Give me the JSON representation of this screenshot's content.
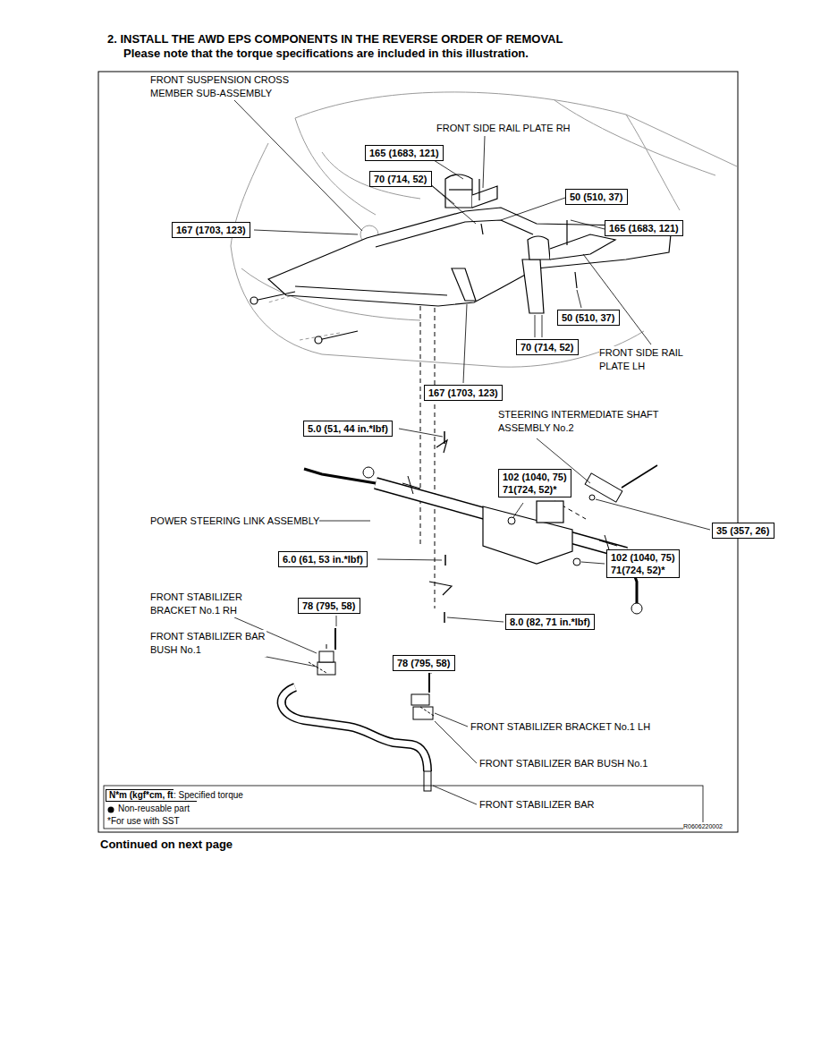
{
  "diagram": {
    "title": "2. INSTALL THE AWD EPS COMPONENTS IN THE REVERSE ORDER OF REMOVAL",
    "nodes": [
      {
        "text": [
          "165 (1683, 121)"
        ]
      },
      {
        "text": [
          "70 (714, 52)"
        ]
      },
      {
        "text": [
          "50 (510, 37)"
        ]
      },
      {
        "text": [
          "167 (1703, 123)"
        ]
      },
      {
        "text": [
          "165 (1683, 121)"
        ]
      },
      {
        "text": [
          "50 (510, 37)"
        ]
      },
      {
        "text": [
          "70 (714, 52)"
        ]
      },
      {
        "text": [
          "167 (1703, 123)"
        ]
      },
      {
        "text": [
          "5.0 (51, 44 in.*lbf)"
        ]
      },
      {
        "text": [
          "102 (1040, 75)",
          "71(724, 52)*"
        ]
      },
      {
        "text": [
          "35 (357, 26)"
        ]
      },
      {
        "text": [
          "102 (1040, 75)",
          "71(724, 52)*"
        ]
      },
      {
        "text": [
          "6.0 (61, 53 in.*lbf)"
        ]
      },
      {
        "text": [
          "8.0 (82, 71 in.*lbf)"
        ]
      },
      {
        "text": [
          "78 (795, 58)"
        ]
      },
      {
        "text": [
          "78 (795, 58)"
        ]
      },
      {
        "text": [
          "N*m (kgf*cm, ft.*lbf)"
        ]
      }
    ],
    "labels": [
      "Please note that the torque specifications are included in this illustration.",
      "FRONT SUSPENSION CROSS MEMBER SUB-ASSEMBLY",
      "FRONT SIDE RAIL PLATE RH",
      "FRONT SIDE RAIL PLATE LH",
      "STEERING INTERMEDIATE SHAFT ASSEMBLY No.2",
      "POWER STEERING LINK ASSEMBLY",
      "FRONT STABILIZER BRACKET No.1 RH",
      "FRONT STABILIZER BAR BUSH No.1",
      "FRONT STABILIZER BRACKET No.1 LH",
      "FRONT STABILIZER BAR BUSH No.1",
      "FRONT STABILIZER BAR",
      "*For use with SST",
      "R0606220002",
      "Continued on next page"
    ],
    "legend": [
      {
        "text": ": Specified torque"
      },
      {
        "text": "Non-reusable part"
      }
    ]
  }
}
